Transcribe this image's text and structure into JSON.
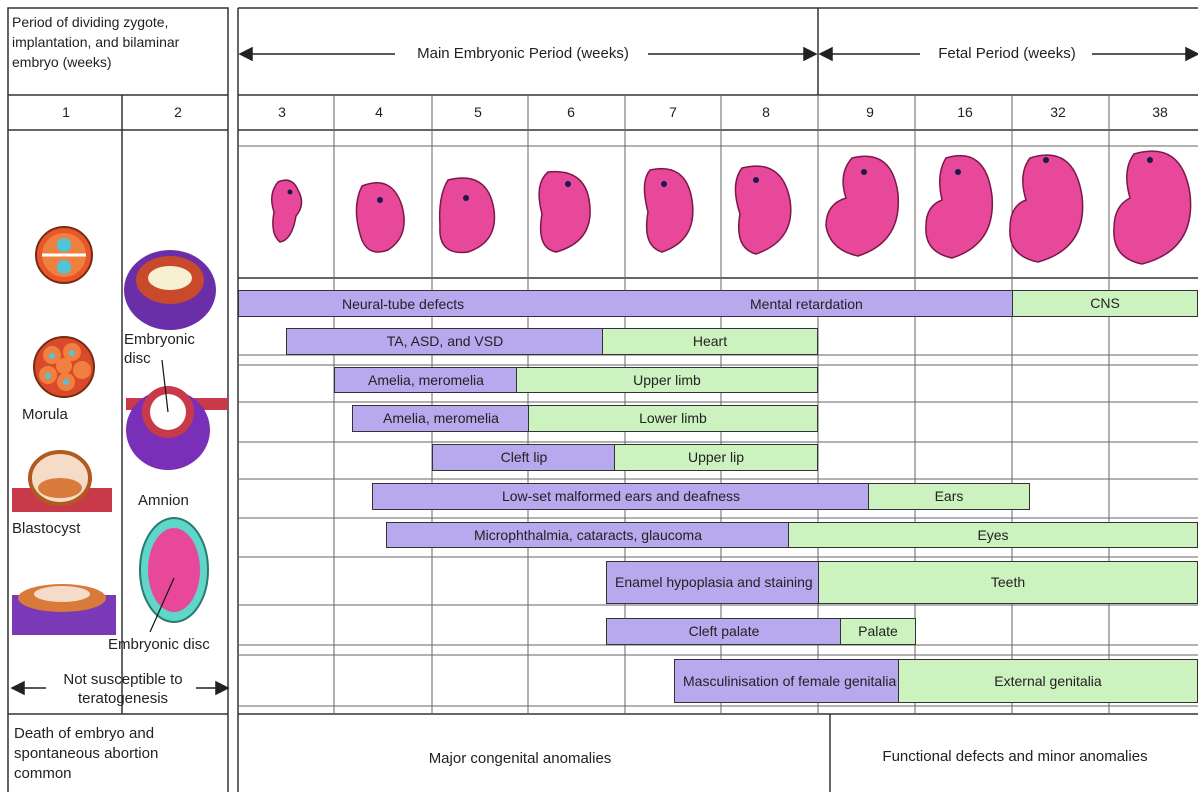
{
  "header": {
    "early_period": "Period of dividing zygote, implantation, and bilaminar embryo (weeks)",
    "main_period": "Main Embryonic Period (weeks)",
    "fetal_period": "Fetal Period (weeks)"
  },
  "weeks": [
    "1",
    "2",
    "3",
    "4",
    "5",
    "6",
    "7",
    "8",
    "9",
    "16",
    "32",
    "38"
  ],
  "early_labels": {
    "morula": "Morula",
    "blastocyst": "Blastocyst",
    "embryonic_disc_1": "Embryonic disc",
    "amnion": "Amnion",
    "embryonic_disc_2": "Embryonic disc",
    "not_susceptible": "Not susceptible to teratogenesis"
  },
  "rows": [
    {
      "purple": "Neural-tube defects",
      "purple2": "Mental retardation",
      "green": "CNS"
    },
    {
      "purple": "TA, ASD, and VSD",
      "green": "Heart"
    },
    {
      "purple": "Amelia, meromelia",
      "green": "Upper limb"
    },
    {
      "purple": "Amelia, meromelia",
      "green": "Lower limb"
    },
    {
      "purple": "Cleft lip",
      "green": "Upper lip"
    },
    {
      "purple": "Low-set malformed ears and deafness",
      "green": "Ears"
    },
    {
      "purple": "Microphthalmia, cataracts, glaucoma",
      "green": "Eyes"
    },
    {
      "purple": "Enamel hypoplasia and staining",
      "green": "Teeth"
    },
    {
      "purple": "Cleft palate",
      "green": "Palate"
    },
    {
      "purple": "Masculinisation of female genitalia",
      "green": "External genitalia"
    }
  ],
  "footer": {
    "early": "Death of embryo and spontaneous abortion common",
    "major": "Major congenital anomalies",
    "functional": "Functional defects and minor anomalies"
  },
  "colors": {
    "purple": "#b8a8ee",
    "green": "#ccf2c0",
    "embryo": "#e8489a"
  }
}
